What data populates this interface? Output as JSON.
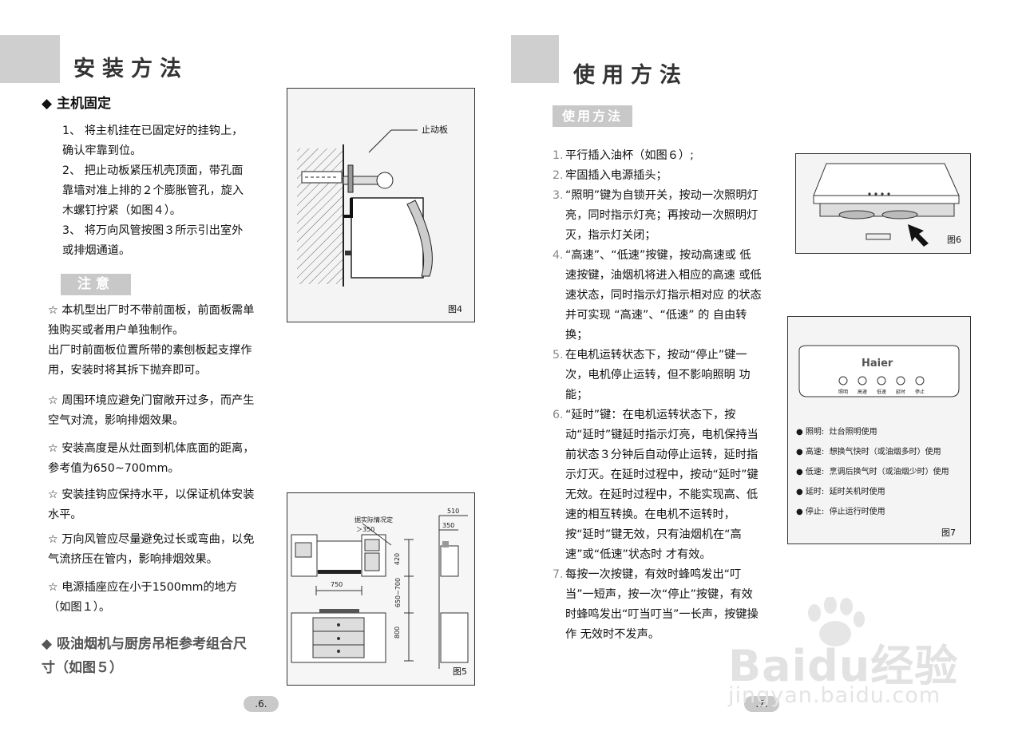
{
  "left": {
    "title": "安装方法",
    "section1": "◆ 主机固定",
    "steps": [
      "1、  将主机挂在已固定好的挂钩上，确认牢靠到位。",
      "2、 把止动板紧压机壳顶面，带孔面靠墙对准上排的２个膨胀管孔，旋入木螺钉拧紧（如图４）。",
      "3、 将万向风管按图３所示引出室外或排烟通道。"
    ],
    "note_label": "注意",
    "notes": [
      "☆ 本机型出厂时不带前面板，前面板需单独购买或者用户单独制作。",
      "出厂时前面板位置所带的素刨板起支撑作用，安装时将其拆下抛弃即可。",
      "☆ 周围环境应避免门窗敞开过多，而产生空气对流，影响排烟效果。",
      "☆ 安装高度是从灶面到机体底面的距离，参考值为650~700mm。",
      "☆ 安装挂钩应保持水平，以保证机体安装水平。",
      "☆ 万向风管应尽量避免过长或弯曲，以免气流挤压在管内，影响排烟效果。",
      "☆ 电源插座应在小于1500mm的地方（如图１）。"
    ],
    "section2": "◆ 吸油烟机与厨房吊柜参考组合尺寸（如图５）",
    "fig4": {
      "label": "图4",
      "callout": "止动板"
    },
    "fig5": {
      "label": "图5",
      "note1": "据实际情况定",
      "note2": "＞350",
      "dims": [
        "510",
        "350",
        "420",
        "650~700",
        "800",
        "750"
      ]
    },
    "page_number": ".6."
  },
  "right": {
    "title": "使用方法",
    "sub_label": "使用方法",
    "steps": [
      {
        "n": "1.",
        "t": "平行插入油杯（如图６）;"
      },
      {
        "n": "2.",
        "t": "牢固插入电源插头；"
      },
      {
        "n": "3.",
        "t": "“照明”键为自锁开关，按动一次照明灯亮，同时指示灯亮；再按动一次照明灯灭，指示灯关闭；"
      },
      {
        "n": "4.",
        "t": "“高速”、“低速”按键，按动高速或 低速按键，油烟机将进入相应的高速 或低速状态，同时指示灯指示相对应 的状态并可实现 “高速”、“低速” 的 自由转换；"
      },
      {
        "n": "5.",
        "t": "在电机运转状态下，按动“停止”键一 次，电机停止运转，但不影响照明 功能；"
      },
      {
        "n": "6.",
        "t": "“延时”键：在电机运转状态下，按动“延时”键延时指示灯亮，电机保持当前状态３分钟后自动停止运转，延时指示灯灭。在延时过程中，按动“延时”键无效。在延时过程中，不能实现高、低速的相互转换。在电机不运转时，按“延时”键无效，只有油烟机在“高速”或“低速”状态时 才有效。"
      },
      {
        "n": "7.",
        "t": "每按一次按键，有效时蜂鸣发出“叮当”一短声，按一次“停止”按键，有效  时蜂鸣发出“叮当叮当”一长声，按键操作 无效时不发声。"
      }
    ],
    "fig6": {
      "label": "图6"
    },
    "fig7": {
      "label": "图7",
      "brand": "Haier",
      "buttons": [
        "照明",
        "高速",
        "低速",
        "延时",
        "停止"
      ],
      "legend": [
        {
          "k": "照明:",
          "v": "灶台照明使用"
        },
        {
          "k": "高速:",
          "v": "想换气快时（或油烟多时）使用"
        },
        {
          "k": "低速:",
          "v": "烹调后换气时（或油烟少时）使用"
        },
        {
          "k": "延时:",
          "v": "延时关机时使用"
        },
        {
          "k": "停止:",
          "v": "停止运行时使用"
        }
      ]
    },
    "page_number": ".7."
  },
  "watermark": {
    "brand": "Baidu经验",
    "url": "jingyan.baidu.com"
  }
}
